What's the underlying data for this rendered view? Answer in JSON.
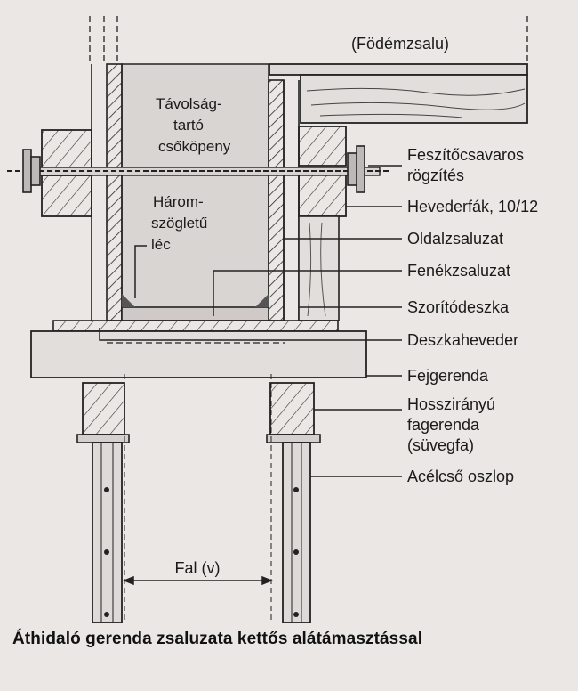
{
  "labels": {
    "slab_formwork": "(Födémzsalu)",
    "spacer_line1": "Távolság-",
    "spacer_line2": "tartó",
    "spacer_line3": "csőköpeny",
    "fillet_line1": "Három-",
    "fillet_line2": "szögletű",
    "fillet_line3": "léc",
    "tie_line1": "Feszítőcsavaros",
    "tie_line2": "rögzítés",
    "walers": "Hevederfák, 10/12",
    "side_formwork": "Oldalzsaluzat",
    "bottom_formwork": "Fenékzsaluzat",
    "clamp_board": "Szorítódeszka",
    "plank_waler": "Deszkaheveder",
    "head_beam": "Fejgerenda",
    "long_beam_line1": "Hosszirányú",
    "long_beam_line2": "fagerenda",
    "long_beam_line3": "(süvegfa)",
    "steel_prop": "Acélcső oszlop",
    "wall_width": "Fal (v)"
  },
  "caption": "Áthidaló gerenda zsaluzata kettős alátámasztással",
  "colors": {
    "background": "#eae7e4",
    "ink": "#1a1a1a",
    "concrete": "#d9d5d2",
    "wood": "#e2dedb"
  }
}
